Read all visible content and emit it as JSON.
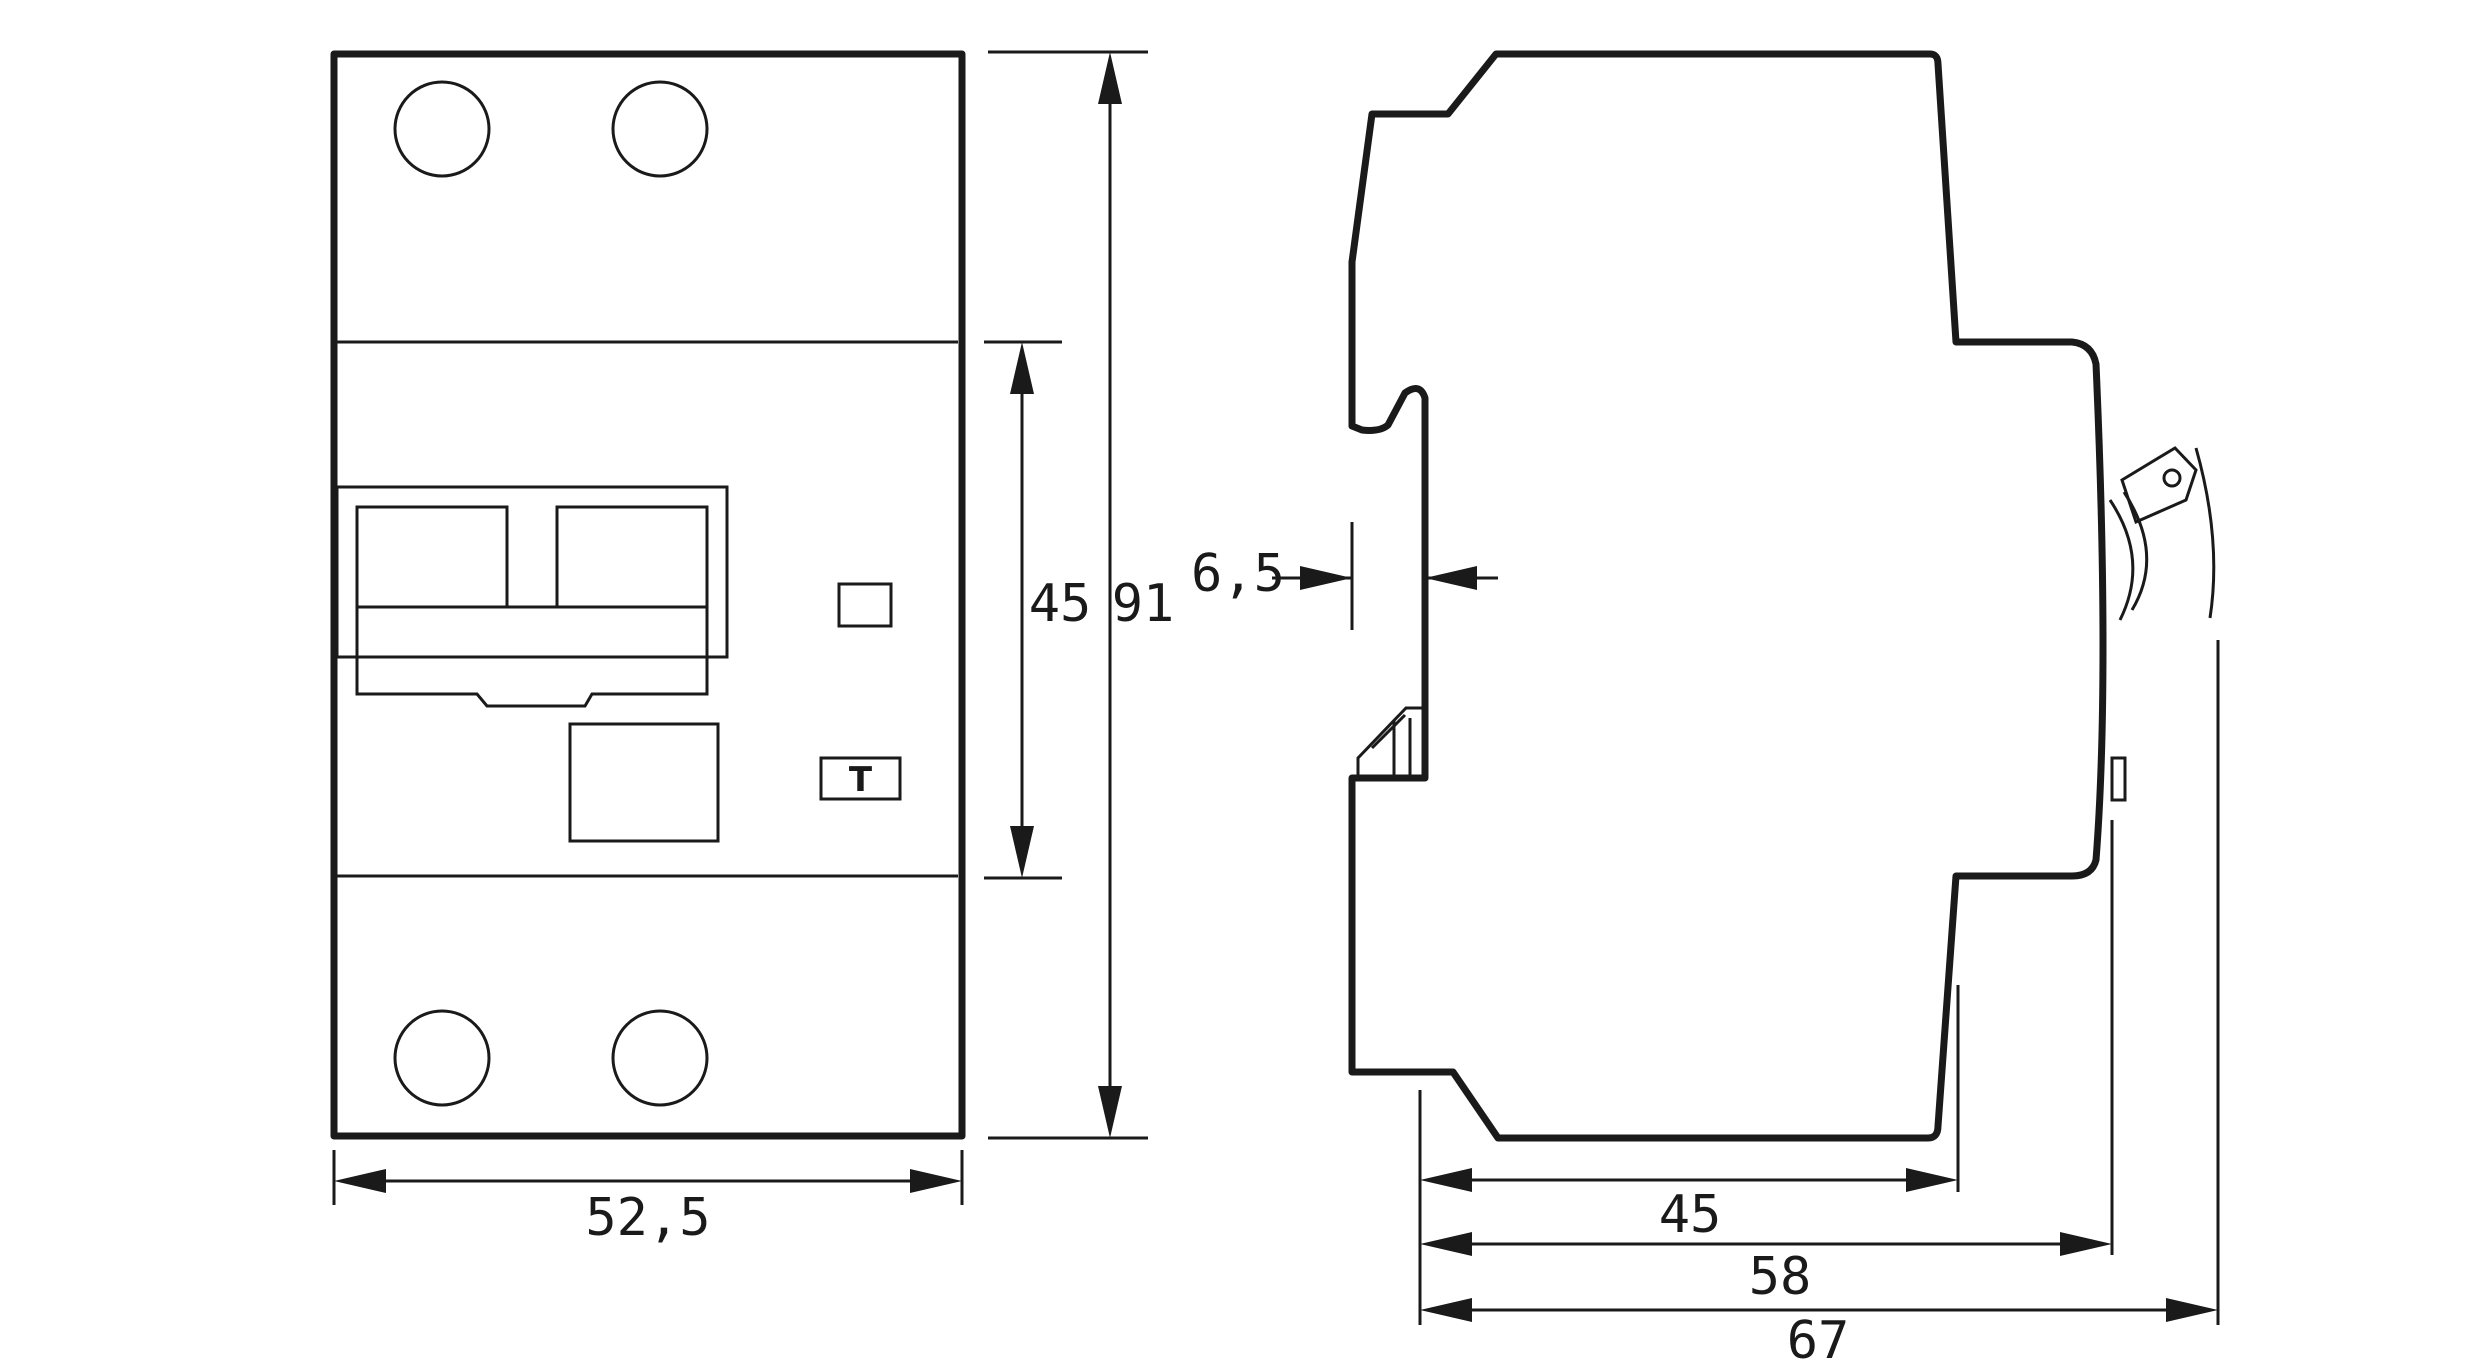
{
  "front_view": {
    "test_button_label": "T"
  },
  "dimensions": {
    "width_front": "52,5",
    "height_total": "91",
    "height_mid": "45",
    "rail_offset": "6,5",
    "depth_45": "45",
    "depth_58": "58",
    "depth_67": "67"
  }
}
